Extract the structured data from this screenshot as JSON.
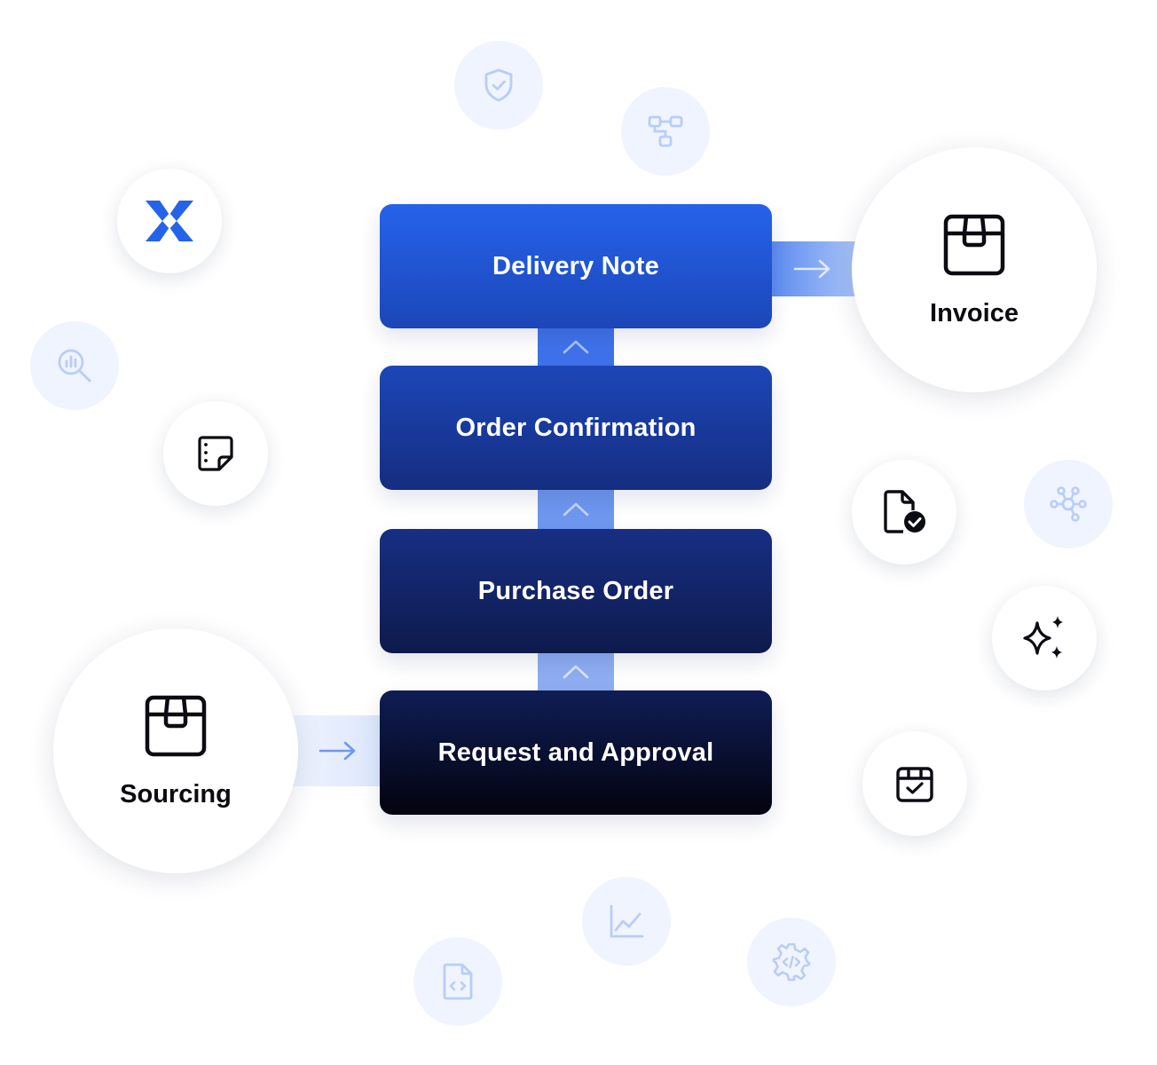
{
  "colors": {
    "accent": "#2563eb",
    "connector": "#5b8ef0",
    "pale_icon": "#b9cdf6",
    "icon_dark": "#0b0b12"
  },
  "flow": {
    "steps": [
      {
        "label": "Delivery Note"
      },
      {
        "label": "Order Confirmation"
      },
      {
        "label": "Purchase Order"
      },
      {
        "label": "Request and Approval"
      }
    ],
    "output": {
      "label": "Invoice",
      "icon": "package-icon"
    },
    "input": {
      "label": "Sourcing",
      "icon": "package-icon"
    }
  },
  "icons": {
    "mid": [
      "x-logo-icon",
      "sticky-note-icon",
      "file-check-icon",
      "sparkles-icon",
      "calendar-check-icon"
    ],
    "pale": [
      "shield-check-icon",
      "workflow-icon",
      "search-chart-icon",
      "network-icon",
      "line-chart-icon",
      "file-code-icon",
      "gear-code-icon"
    ]
  }
}
